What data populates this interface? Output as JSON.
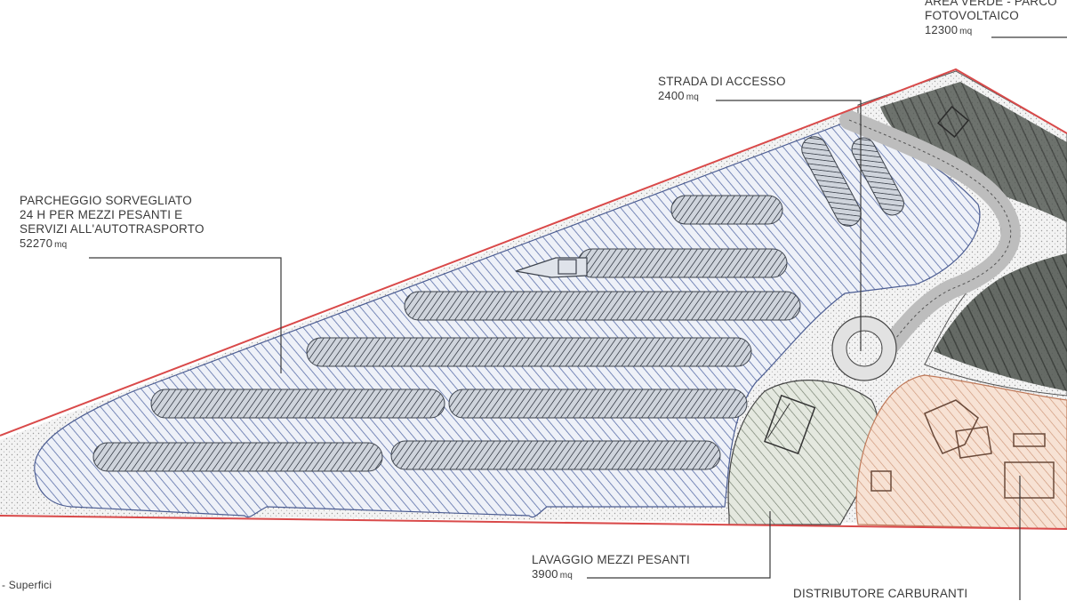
{
  "labels": {
    "area_verde": {
      "line1": "AREA VERDE - PARCO",
      "line2": "FOTOVOLTAICO",
      "value": "12300",
      "unit": "mq"
    },
    "strada": {
      "line1": "STRADA DI ACCESSO",
      "value": "2400",
      "unit": "mq"
    },
    "parcheggio": {
      "line1": "PARCHEGGIO SORVEGLIATO",
      "line2": "24 H PER MEZZI PESANTI E",
      "line3": "SERVIZI ALL'AUTOTRASPORTO",
      "value": "52270",
      "unit": "mq"
    },
    "lavaggio": {
      "line1": "LAVAGGIO MEZZI PESANTI",
      "value": "3900",
      "unit": "mq"
    },
    "distributore": {
      "line1": "DISTRIBUTORE CARBURANTI"
    },
    "legenda": {
      "line1": "- Superfici"
    }
  },
  "colors": {
    "boundary": "#d94a4a",
    "parking_hatch": "#5b6fa8",
    "parking_fill": "#e9edf7",
    "wash_fill": "#dde3d6",
    "fuel_fill": "#f6dccb",
    "fuel_hatch": "#c98d6e",
    "pv_fill": "#3f4540",
    "road_fill": "#ececec",
    "leader": "#3a3a3a"
  }
}
